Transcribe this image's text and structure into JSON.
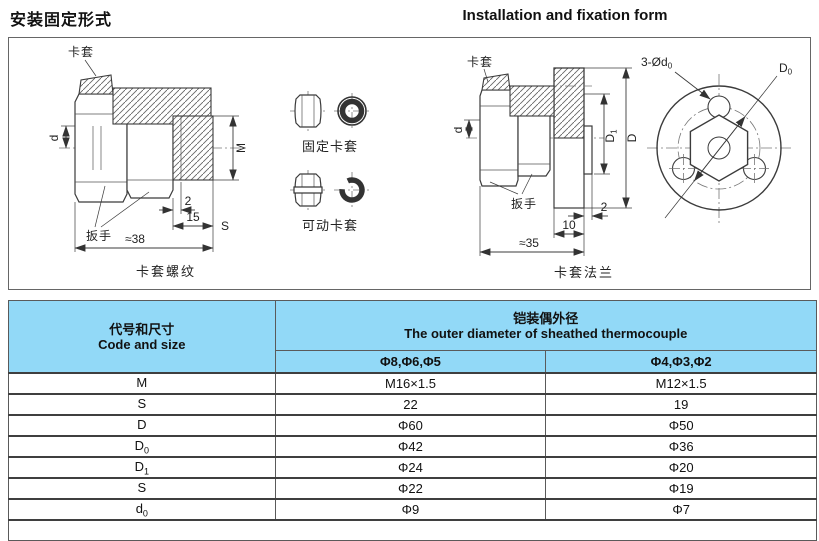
{
  "page": {
    "title_zh": "安装固定形式",
    "title_en": "Installation and fixation form"
  },
  "drawings": {
    "thread": {
      "ferrule_label": "卡套",
      "dim_d": "d",
      "dim_M": "M",
      "dim_2": "2",
      "dim_15": "15",
      "dim_S": "S",
      "dim_total": "≈38",
      "wrench_label": "扳手",
      "caption": "卡套螺纹"
    },
    "ferrule_types": {
      "fixed": "固定卡套",
      "movable": "可动卡套"
    },
    "flange": {
      "ferrule_label": "卡套",
      "dim_d": "d",
      "wrench_label": "扳手",
      "dim_D1_base": "D",
      "dim_D1_sub": "1",
      "dim_D_base": "D",
      "dim_2": "2",
      "dim_10": "10",
      "dim_total": "≈35",
      "caption": "卡套法兰"
    },
    "flange_front": {
      "holes_base": "3-Ød",
      "holes_sub": "0",
      "dim_D0_base": "D",
      "dim_D0_sub": "0"
    }
  },
  "table": {
    "col1_header_zh": "代号和尺寸",
    "col1_header_en": "Code and size",
    "span_header_zh": "铠装偶外径",
    "span_header_en": "The outer diameter of sheathed thermocouple",
    "col2_header": "Φ8,Φ6,Φ5",
    "col3_header": "Φ4,Φ3,Φ2",
    "rows": [
      {
        "code": "M",
        "sub": "",
        "v1": "M16×1.5",
        "v2": "M12×1.5"
      },
      {
        "code": "S",
        "sub": "",
        "v1": "22",
        "v2": "19"
      },
      {
        "code": "D",
        "sub": "",
        "v1": "Φ60",
        "v2": "Φ50"
      },
      {
        "code": "D",
        "sub": "0",
        "v1": "Φ42",
        "v2": "Φ36"
      },
      {
        "code": "D",
        "sub": "1",
        "v1": "Φ24",
        "v2": "Φ20"
      },
      {
        "code": "S",
        "sub": "",
        "v1": "Φ22",
        "v2": "Φ19"
      },
      {
        "code": "d",
        "sub": "0",
        "v1": "Φ9",
        "v2": "Φ7"
      }
    ]
  },
  "colors": {
    "header_blue": "#92d9f7",
    "line_dark": "#3f3f3f"
  }
}
